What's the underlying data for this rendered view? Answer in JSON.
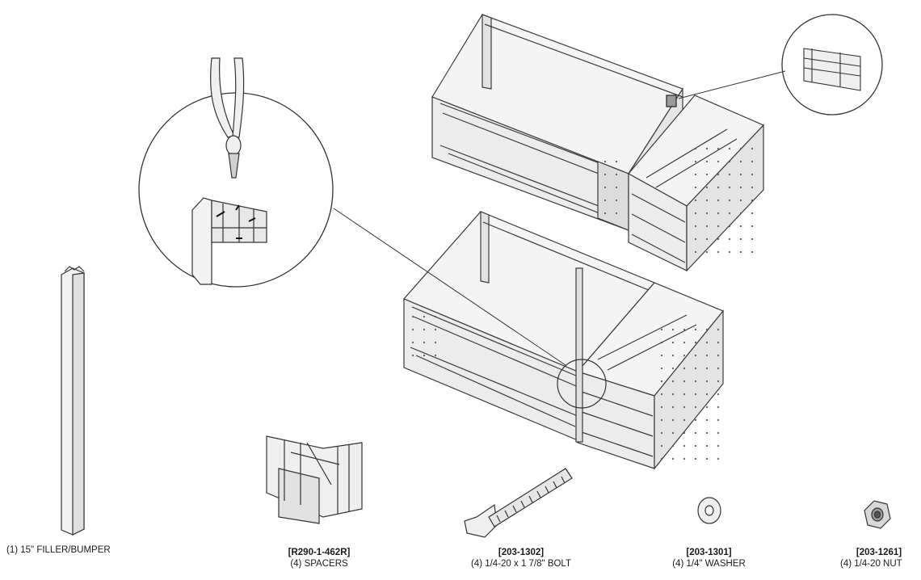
{
  "parts": {
    "filler": {
      "part_number": "",
      "description": "(1) 15\" FILLER/BUMPER"
    },
    "spacers": {
      "part_number": "[R290-1-462R]",
      "description": "(4) SPACERS"
    },
    "bolt": {
      "part_number": "[203-1302]",
      "description": "(4) 1/4-20 x 1 7/8\"  BOLT"
    },
    "washer": {
      "part_number": "[203-1301]",
      "description": "(4) 1/4\" WASHER"
    },
    "nut": {
      "part_number": "[203-1261]",
      "description": "(4) 1/4-20 NUT"
    }
  },
  "colors": {
    "line": "#3a3a3a",
    "fill": "#f4f4f4",
    "shade": "#d9d9d9",
    "dark": "#9a9a9a"
  }
}
